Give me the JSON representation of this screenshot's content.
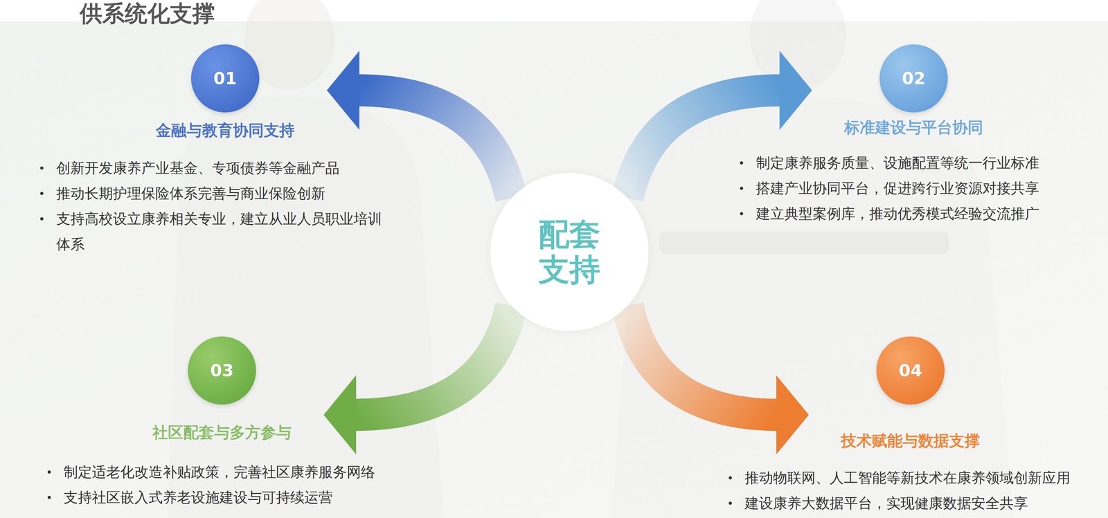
{
  "diagram": {
    "title": "供系统化支撑",
    "nodes": [
      {
        "text": [
          "配套 支持"
        ]
      },
      {
        "text": [
          "01",
          "金融与教育协同支持"
        ]
      },
      {
        "text": [
          "02",
          "标准建设与平台协同"
        ]
      },
      {
        "text": [
          "03",
          "社区配套与多方参与"
        ]
      },
      {
        "text": [
          "04",
          "技术赋能与数据支撑"
        ]
      }
    ],
    "edges": [
      {
        "from": 0,
        "to": 1,
        "arrow": "to"
      },
      {
        "from": 0,
        "to": 2,
        "arrow": "to"
      },
      {
        "from": 0,
        "to": 3,
        "arrow": "to"
      },
      {
        "from": 0,
        "to": 4,
        "arrow": "to"
      }
    ],
    "labels": [
      "创新开发康养产业基金、专项债券等金融产品",
      "推动长期护理保险体系完善与商业保险创新",
      "支持高校设立康养相关专业，建立从业人员职业培训体系",
      "制定康养服务质量、设施配置等统一行业标准",
      "搭建产业协同平台，促进跨行业资源对接共享",
      "建立典型案例库，推动优秀模式经验交流推广",
      "制定适老化改造补贴政策，完善社区康养服务网络",
      "支持社区嵌入式养老设施建设与可持续运营",
      "推动物联网、人工智能等新技术在康养领域创新应用",
      "建设康养大数据平台，实现健康数据安全共享"
    ]
  }
}
